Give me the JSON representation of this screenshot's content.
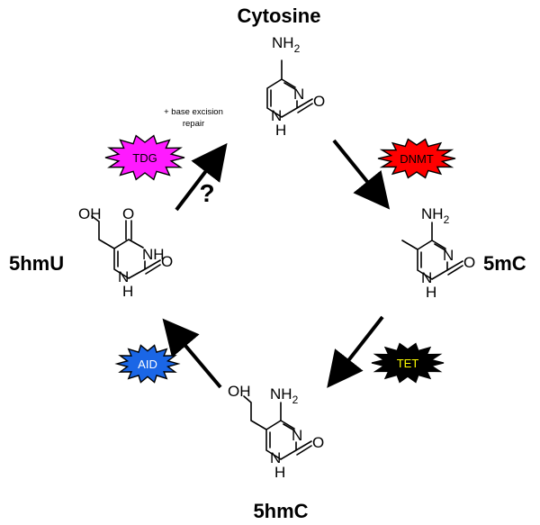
{
  "nodes": {
    "cytosine": {
      "label": "Cytosine"
    },
    "m5C": {
      "label": "5mC"
    },
    "hm5C": {
      "label": "5hmC"
    },
    "hm5U": {
      "label": "5hmU"
    }
  },
  "atoms": {
    "nh2": "NH",
    "sub2": "2",
    "n": "N",
    "nh": "NH",
    "h": "H",
    "o": "O",
    "oh": "OH"
  },
  "enzymes": [
    {
      "id": "dnmt",
      "label": "DNMT",
      "fill": "#ff0000",
      "text_color": "#000000"
    },
    {
      "id": "tet",
      "label": "TET",
      "fill": "#000000",
      "text_color": "#ffff00"
    },
    {
      "id": "aid",
      "label": "AID",
      "fill": "#1a66e6",
      "text_color": "#ffffff"
    },
    {
      "id": "tdg",
      "label": "TDG",
      "fill": "#ff1aff",
      "text_color": "#000000"
    }
  ],
  "annotations": {
    "ber_line1": "+ base excision",
    "ber_line2": "repair",
    "question": "?"
  }
}
